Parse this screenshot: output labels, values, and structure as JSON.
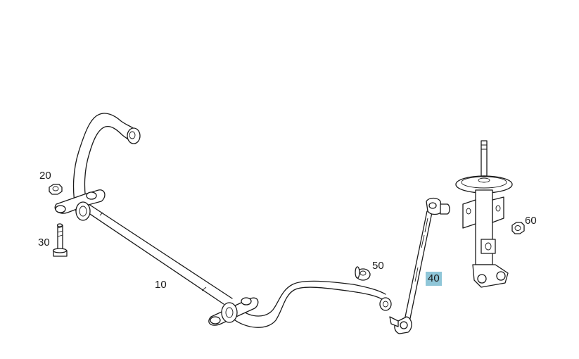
{
  "callouts": {
    "c10": "10",
    "c20": "20",
    "c30": "30",
    "c40": "40",
    "c50": "50",
    "c60": "60"
  },
  "highlight_color": "#8fc6d8"
}
